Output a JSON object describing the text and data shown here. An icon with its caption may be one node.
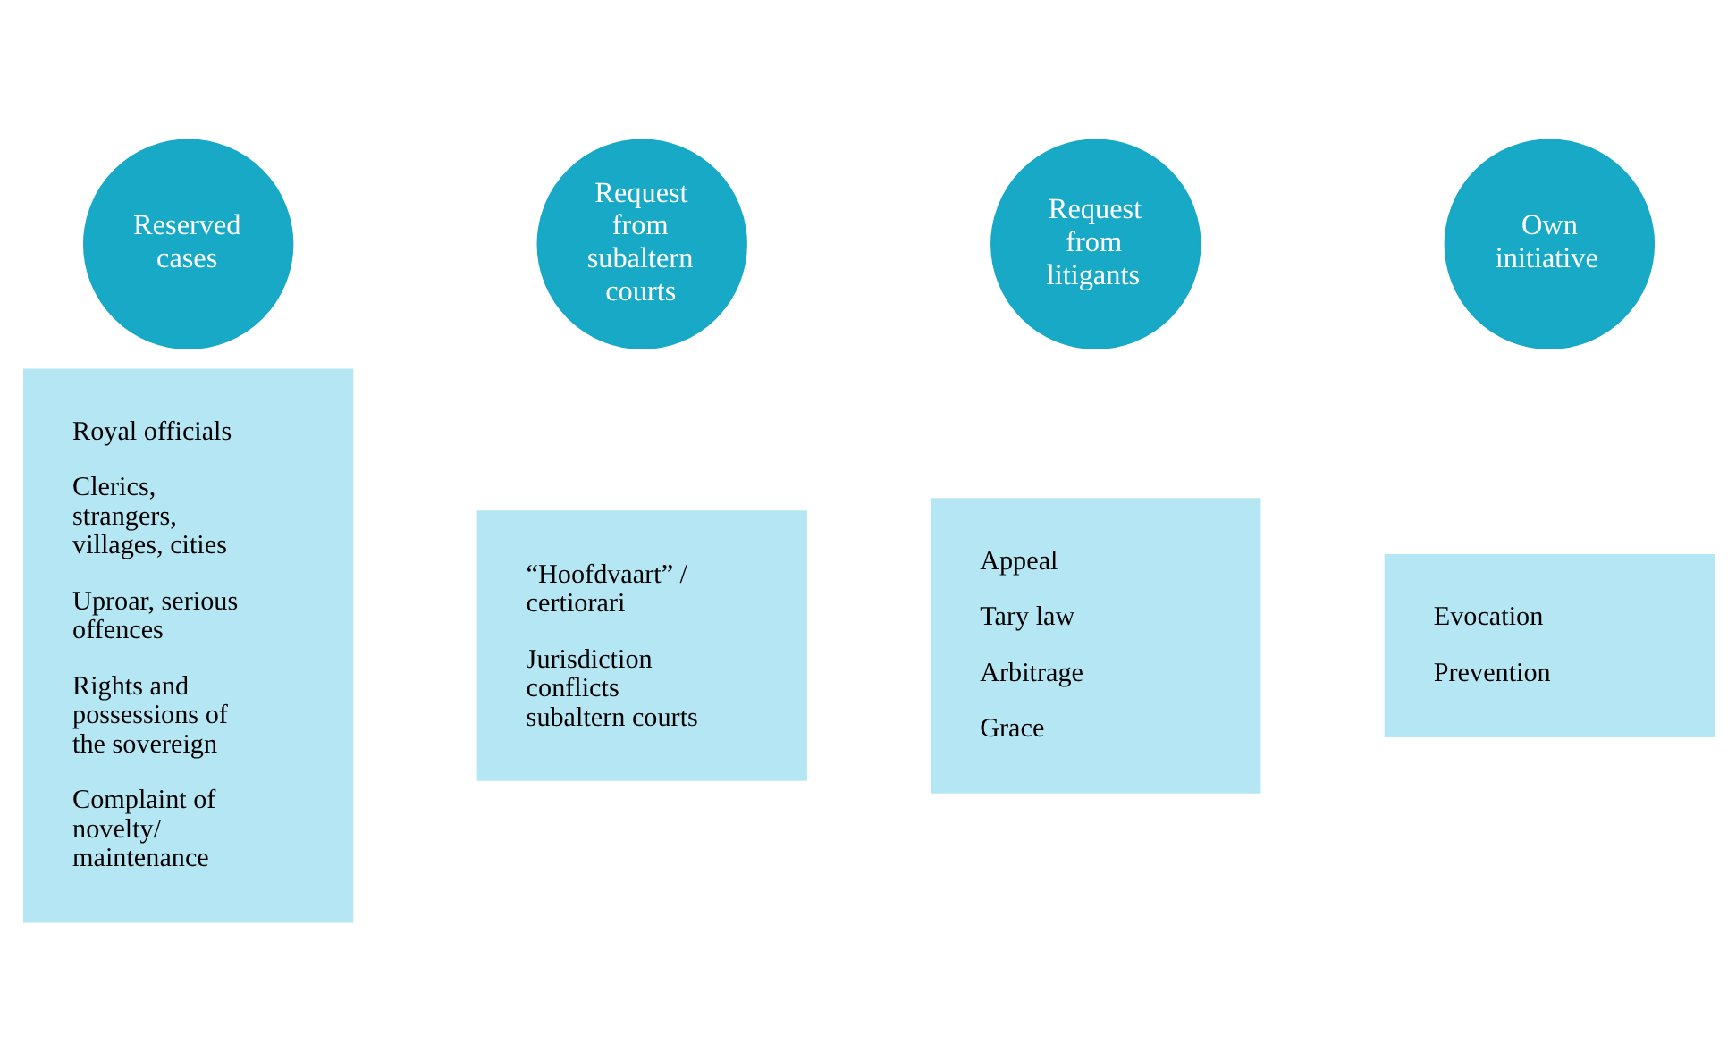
{
  "diagram": {
    "nodes": [
      {
        "text": [
          "Reserved cases"
        ]
      },
      {
        "text": [
          "Royal officials",
          "Clerics, strangers, villages, cities",
          "Uproar, serious offences",
          "Rights and possessions of the sovereign",
          "Complaint of novelty/ maintenance"
        ]
      },
      {
        "text": [
          "Request from subaltern courts"
        ]
      },
      {
        "text": [
          "“Hoofdvaart” / certiorari",
          "Jurisdiction conflicts subaltern courts"
        ]
      },
      {
        "text": [
          "Request from litigants"
        ]
      },
      {
        "text": [
          "Appeal",
          "Tary law",
          "Arbitrage",
          "Grace"
        ]
      },
      {
        "text": [
          "Own initiative"
        ]
      },
      {
        "text": [
          "Evocation",
          "Prevention"
        ]
      }
    ]
  }
}
